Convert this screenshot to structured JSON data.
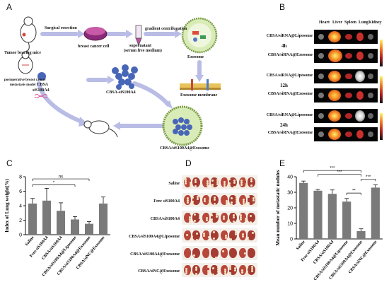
{
  "panels": {
    "a": "A",
    "b": "B",
    "c": "C",
    "d": "D",
    "e": "E"
  },
  "panel_a": {
    "tumor_bearing_mice": "Tumor bearing mice",
    "surgical_resection": "Surgical resection",
    "breast_cancer_cell": "breast cancer cell",
    "gradient_centrifugation": "gradient centrifugation",
    "supernatant": "supernatant",
    "serum_free_medium": "(serum free medium)",
    "exosome": "Exosome",
    "postoperative_model_1": "postoperative breast cancer",
    "postoperative_model_2": "metastasis model",
    "cbsa": "CBSA",
    "sis100a4": "siS100A4",
    "cbsa_sis100a4": "CBSA-siS100A4",
    "exosome_membrane": "Exosome membrane",
    "final_product": "CBSA/siS100A4@Exosome"
  },
  "panel_b": {
    "tissues": [
      "Heart",
      "Liver",
      "Spleen",
      "Lung",
      "Kidney"
    ],
    "times": [
      "4h",
      "12h",
      "24h"
    ],
    "rows": [
      "CBSA/siRNA@Liposome",
      "CBSA/siRNA@Exosome",
      "CBSA/siRNA@Liposome",
      "CBSA/siRNA@Exosome",
      "CBSA/siRNA@Liposome",
      "CBSA/siRNA@Exosome"
    ]
  },
  "panel_d": {
    "groups": [
      "Saline",
      "Free siS100A4",
      "CBSA/siS100A4",
      "CBSA/siS100A4@Liposome",
      "CBSA/siS100A4@Exosome",
      "CBSA/siNC@Exosome"
    ]
  },
  "colors": {
    "bar_fill": "#7a7a7a",
    "arrow": "#b9bde6",
    "purple": "#8b2a78",
    "blue": "#4866b8",
    "exosome_green": "#c9e3a2"
  },
  "chart_data": [
    {
      "type": "bar",
      "ylabel": "Index of Lung weight(%)",
      "categories": [
        "Saline",
        "Free siS100A4",
        "CBSA/siS100A4",
        "CBSA/siS100A4@Liposome",
        "CBSA/siS100A4@Exosome",
        "CBSA/siNC@Exosome"
      ],
      "values": [
        4.3,
        4.7,
        3.3,
        2.1,
        1.5,
        4.3
      ],
      "errors": [
        0.7,
        1.7,
        1.1,
        0.4,
        0.3,
        0.9
      ],
      "ylim": [
        0,
        8
      ],
      "yticks": [
        "0",
        "2",
        "4",
        "6",
        "8"
      ],
      "significance": [
        "ns",
        "*"
      ]
    },
    {
      "type": "bar",
      "ylabel": "Mean number of metastatic nodules",
      "categories": [
        "Saline",
        "Free siS100A4",
        "CBSA/siS100A4",
        "CBSA/siS100A4@Liposome",
        "CBSA/siS100A4@Exosome",
        "CBSA/siNC@Exosome"
      ],
      "values": [
        36,
        31,
        29,
        24,
        5,
        33
      ],
      "errors": [
        1.2,
        0.8,
        2.5,
        2.0,
        1.5,
        1.8
      ],
      "ylim": [
        0,
        40
      ],
      "yticks": [
        "0",
        "10",
        "20",
        "30",
        "40"
      ],
      "significance": [
        "***",
        "***",
        "**",
        "***"
      ]
    }
  ]
}
